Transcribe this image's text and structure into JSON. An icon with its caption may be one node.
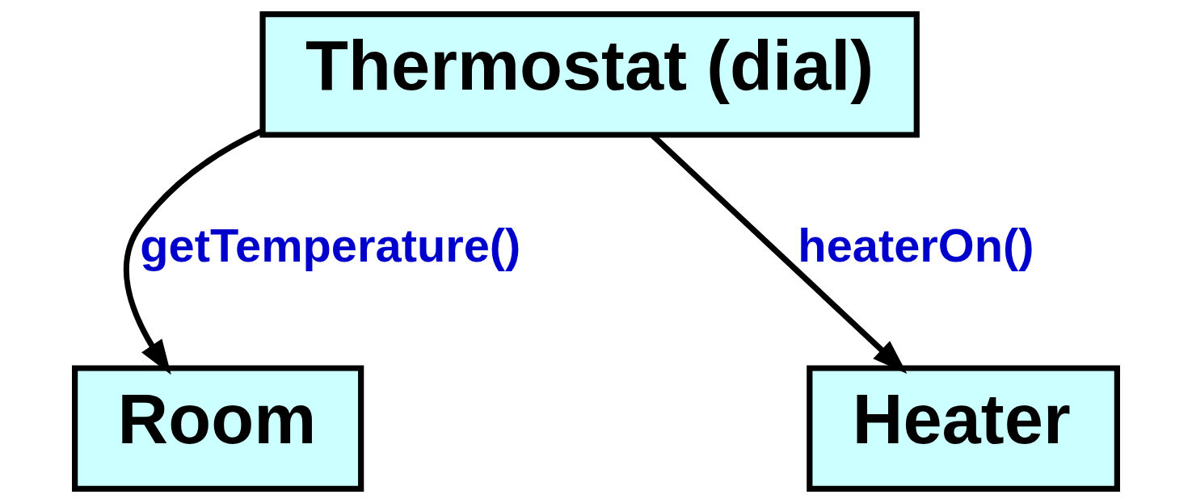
{
  "diagram": {
    "nodes": [
      {
        "text": [
          "Thermostat (dial)"
        ]
      },
      {
        "text": [
          "Room"
        ]
      },
      {
        "text": [
          "Heater"
        ]
      }
    ],
    "edges": [
      {
        "from": 0,
        "to": 1,
        "arrow": "to",
        "label": "getTemperature()"
      },
      {
        "from": 0,
        "to": 2,
        "arrow": "to",
        "label": "heaterOn()"
      }
    ]
  }
}
